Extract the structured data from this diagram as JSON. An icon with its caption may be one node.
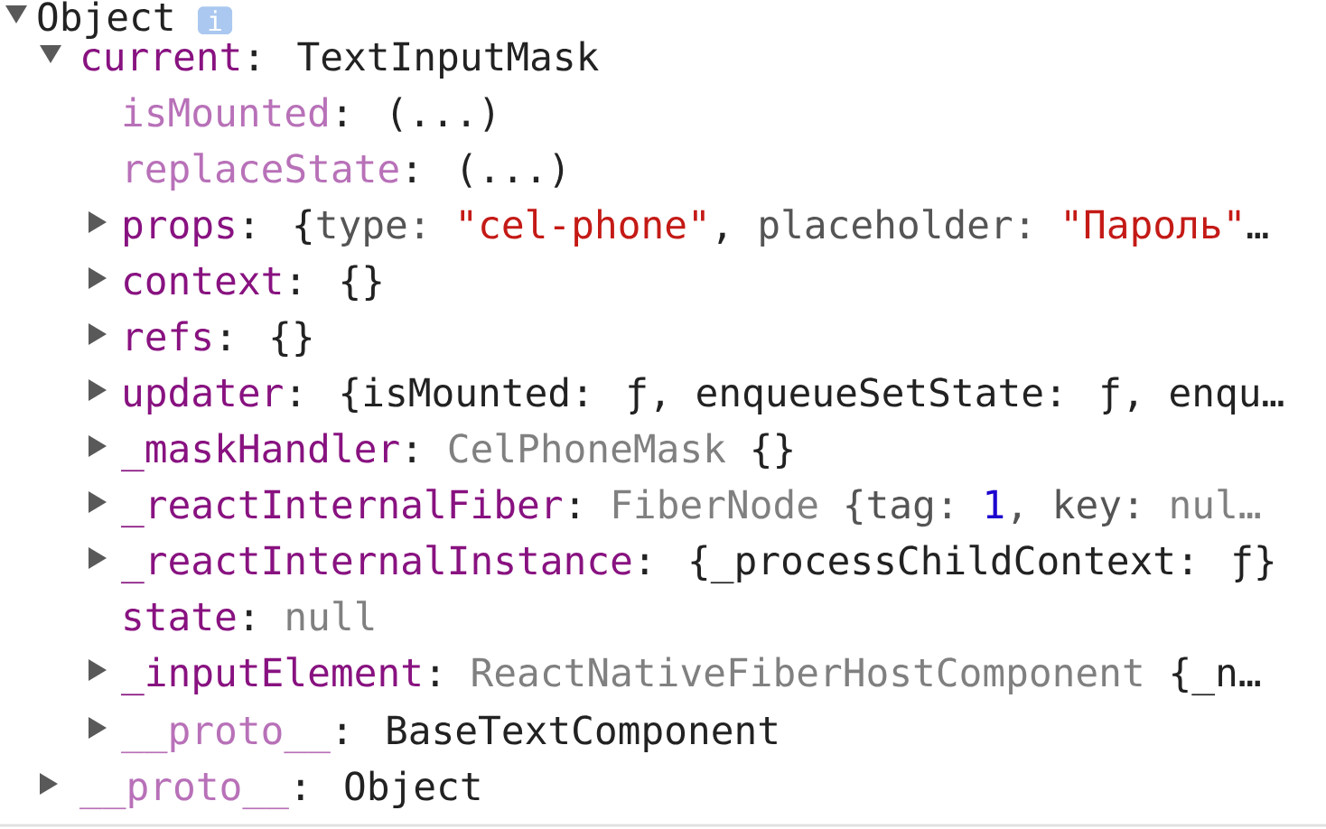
{
  "diagram": {
    "labels": [
      "Object",
      "i",
      "current",
      ": TextInputMask",
      "isMounted",
      ": (...)",
      "replaceState",
      ": (...)",
      "props",
      ": {",
      "type:",
      "\"cel-phone\"",
      ",",
      "placeholder:",
      "\"Пароль\"",
      "…",
      "context",
      ": {}",
      "refs",
      ": {}",
      "updater",
      ": {isMounted: ƒ, enqueueSetState: ƒ, enqu…",
      "_maskHandler",
      ":",
      "CelPhoneMask",
      "{}",
      "_reactInternalFiber",
      ":",
      "FiberNode",
      "{tag:",
      "1",
      ", key:",
      "nul…",
      "_reactInternalInstance",
      ": {_processChildContext: ƒ}",
      "state",
      ":",
      "null",
      "_inputElement",
      ":",
      "ReactNativeFiberHostComponent",
      "{_n…",
      "__proto__",
      ": BaseTextComponent",
      "__proto__",
      ": Object"
    ]
  }
}
